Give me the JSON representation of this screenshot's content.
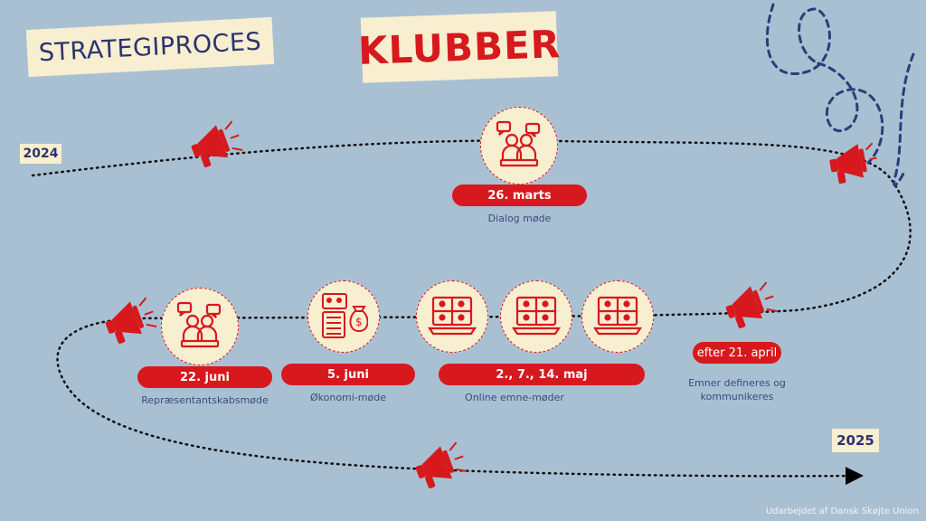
{
  "header": {
    "subtitle": "STRATEGIPROCES",
    "title": "KLUBBER"
  },
  "years": {
    "start": "2024",
    "end": "2025"
  },
  "events": [
    {
      "date": "26. marts",
      "caption": "Dialog møde",
      "icon": "dialog-meeting-icon"
    },
    {
      "date": "efter 21. april",
      "caption_line1": "Emner defineres og",
      "caption_line2": "kommunikeres",
      "icon": "megaphone-icon"
    },
    {
      "date": "2., 7., 14. maj",
      "caption": "Online emne-møder",
      "icon": "video-call-laptop-icon"
    },
    {
      "date": "5. juni",
      "caption": "Økonomi-møde",
      "icon": "finance-icon"
    },
    {
      "date": "22. juni",
      "caption": "Repræsentantskabsmøde",
      "icon": "dialog-meeting-icon"
    }
  ],
  "footer": {
    "credit": "Udarbejdet af Dansk Skøjte Union"
  },
  "colors": {
    "background": "#a9c0d3",
    "accent": "#d7191d",
    "navy": "#2b3470",
    "cream": "#f8eed0"
  }
}
